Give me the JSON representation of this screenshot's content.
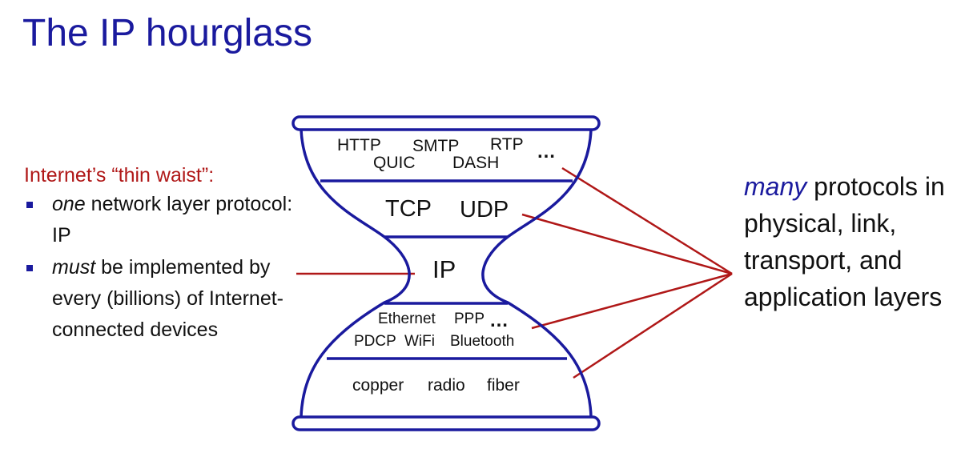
{
  "title": "The IP hourglass",
  "left": {
    "heading": "Internet’s “thin waist”:",
    "bullets": [
      {
        "em": "one",
        "rest": " network layer protocol: IP"
      },
      {
        "em": "must",
        "rest": " be implemented by every (billions) of Internet-connected devices"
      }
    ]
  },
  "right": {
    "em": "many",
    "rest": " protocols in physical, link, transport, and application layers"
  },
  "hourglass": {
    "application": [
      "HTTP",
      "SMTP",
      "RTP",
      "QUIC",
      "DASH",
      "…"
    ],
    "transport": [
      "TCP",
      "UDP"
    ],
    "network": "IP",
    "link": [
      "Ethernet",
      "PPP",
      "…",
      "PDCP",
      "WiFi",
      "Bluetooth"
    ],
    "physical": [
      "copper",
      "radio",
      "fiber"
    ]
  },
  "colors": {
    "title": "#1a1a9e",
    "outline": "#1a1a9e",
    "pointer_lines": "#b01818",
    "heading": "#b01818"
  }
}
